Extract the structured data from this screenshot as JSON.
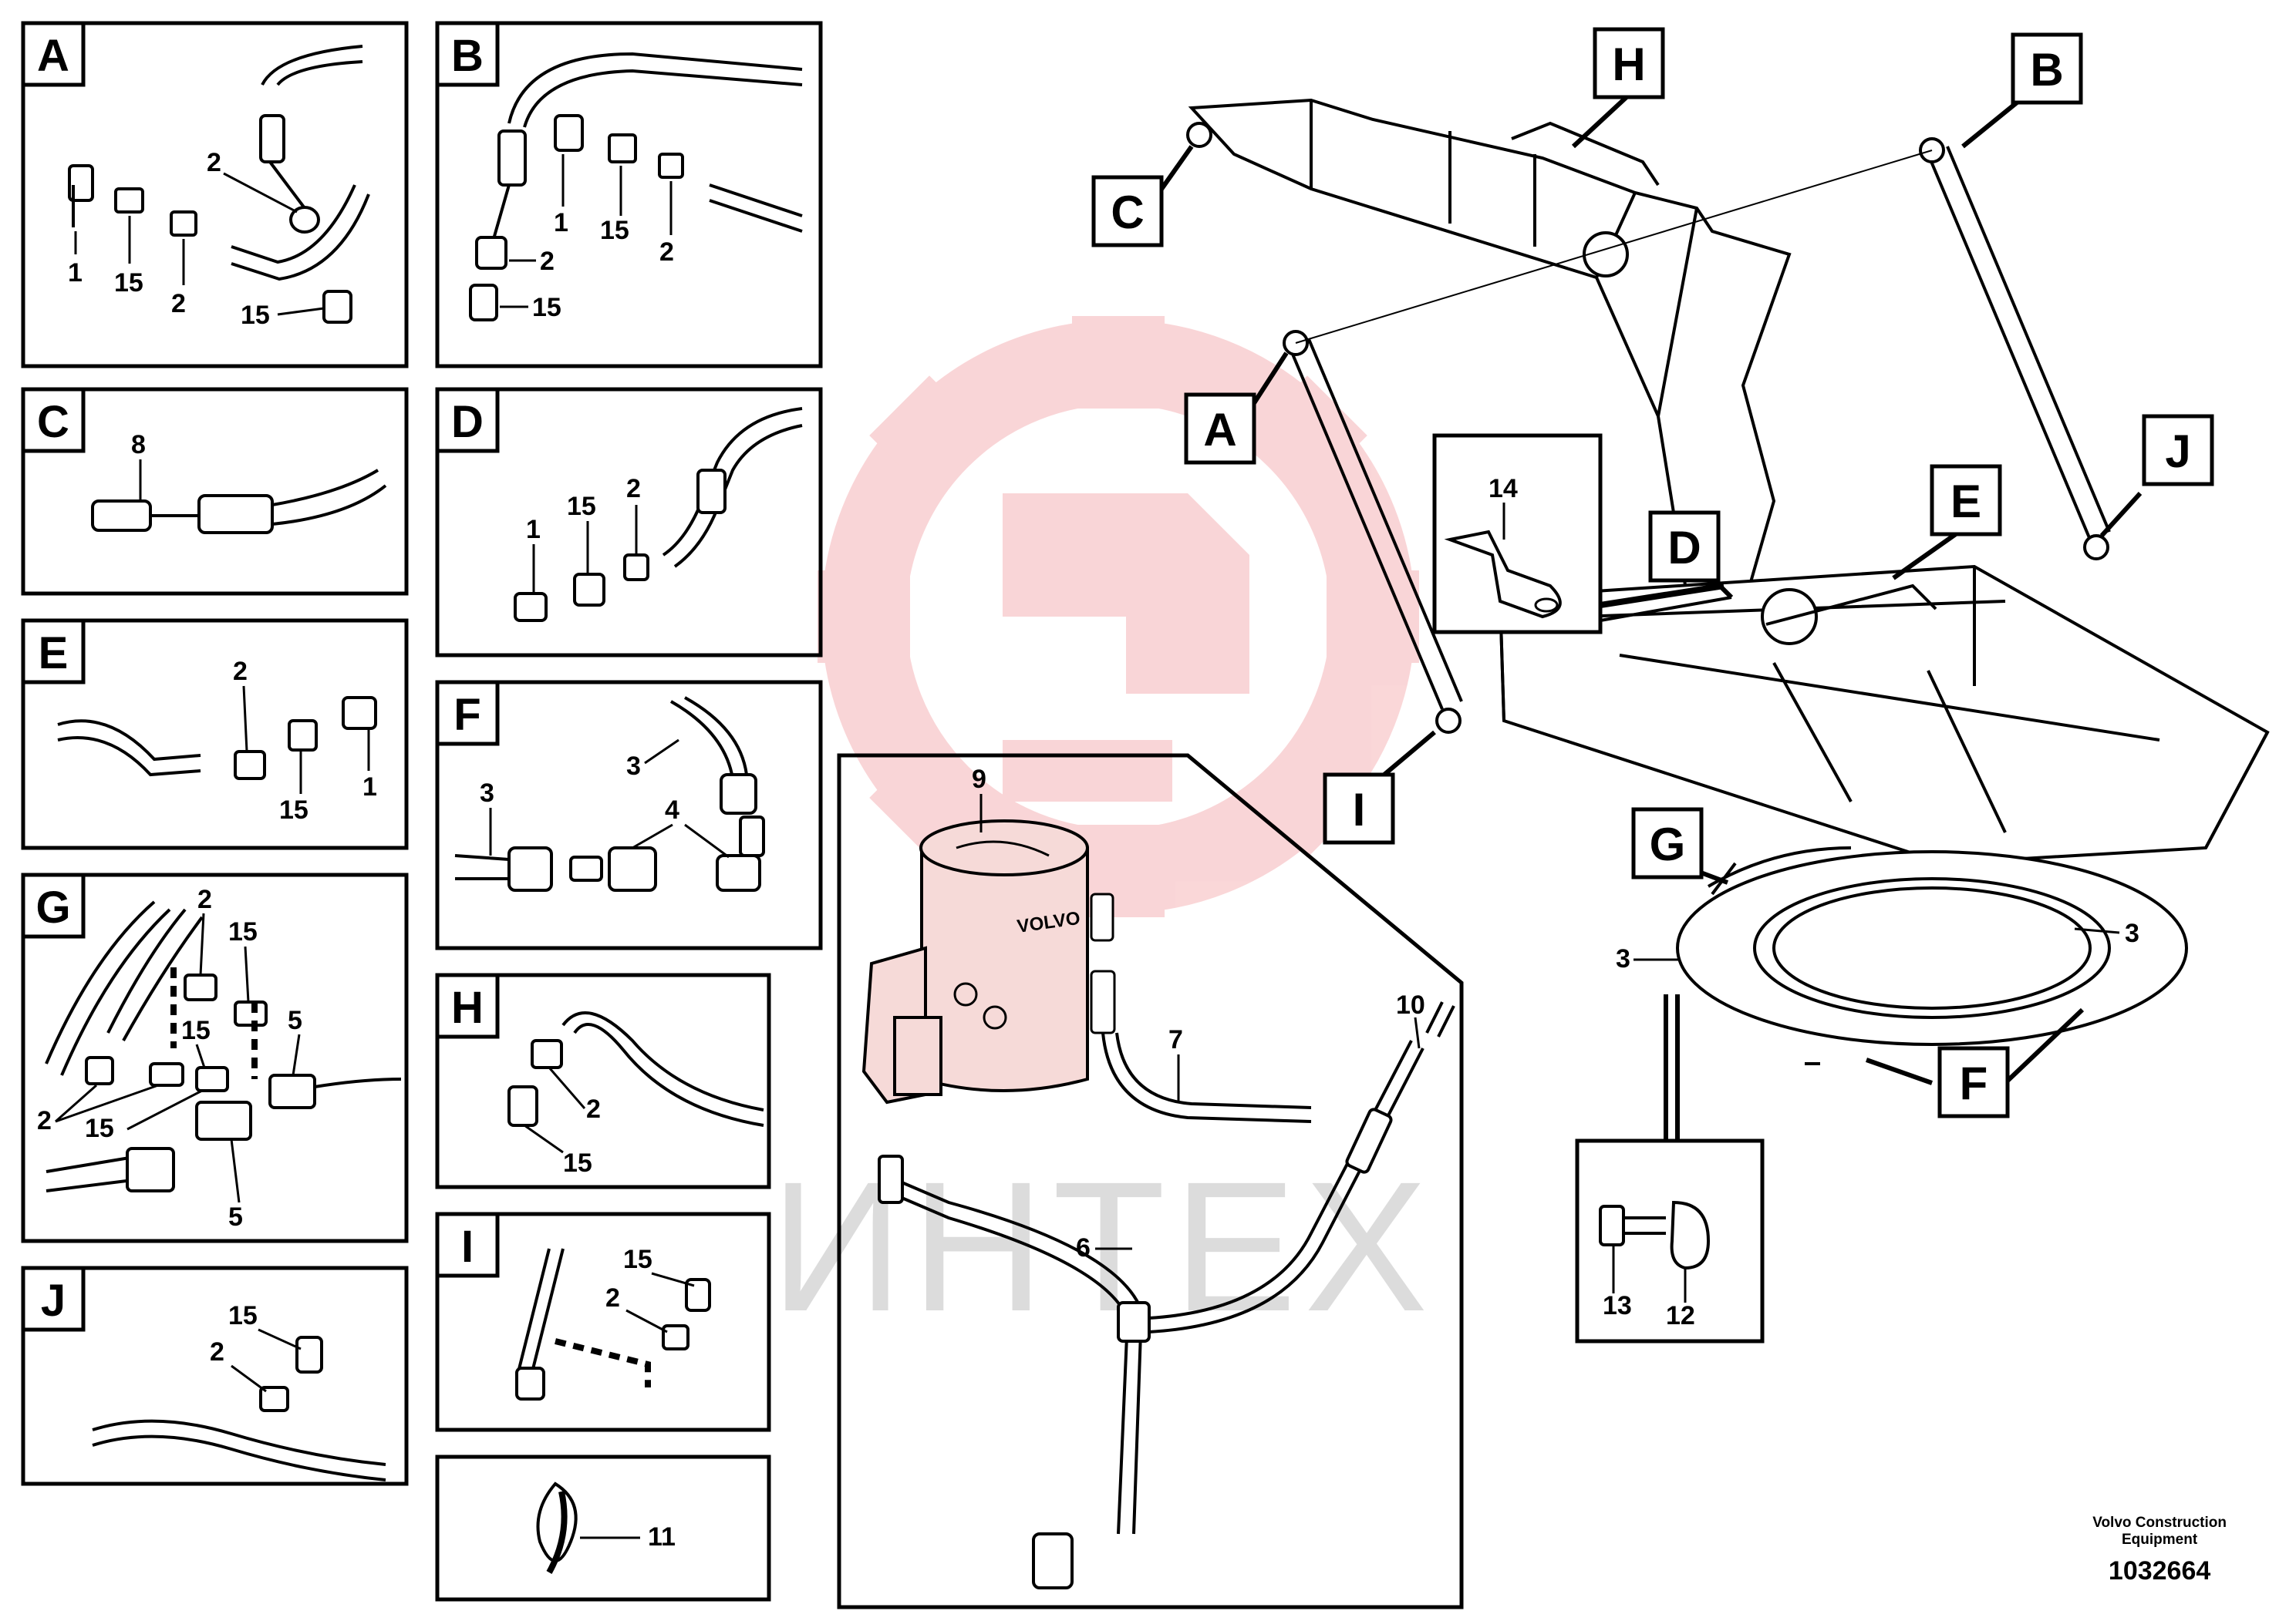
{
  "credit": {
    "maker_line1": "Volvo Construction",
    "maker_line2": "Equipment",
    "drawing_number": "1032664"
  },
  "watermark_text": "ИНТЕХ",
  "pump_brand_text": "VOLVO",
  "detail_panels": {
    "A": {
      "letter": "A",
      "callouts": [
        "2",
        "1",
        "15",
        "2",
        "15"
      ]
    },
    "B": {
      "letter": "B",
      "callouts": [
        "1",
        "15",
        "2",
        "2",
        "15"
      ]
    },
    "C": {
      "letter": "C",
      "callouts": [
        "8"
      ]
    },
    "D": {
      "letter": "D",
      "callouts": [
        "15",
        "2",
        "1"
      ]
    },
    "E": {
      "letter": "E",
      "callouts": [
        "2",
        "15",
        "1"
      ]
    },
    "F": {
      "letter": "F",
      "callouts": [
        "3",
        "3",
        "4"
      ]
    },
    "G": {
      "letter": "G",
      "callouts": [
        "2",
        "15",
        "15",
        "5",
        "2",
        "15",
        "5"
      ]
    },
    "H": {
      "letter": "H",
      "callouts": [
        "2",
        "15"
      ]
    },
    "I": {
      "letter": "I",
      "callouts": [
        "15",
        "2"
      ]
    },
    "J": {
      "letter": "J",
      "callouts": [
        "15",
        "2"
      ]
    },
    "K": {
      "callouts": [
        "11"
      ]
    }
  },
  "pump_detail": {
    "callouts": [
      "9",
      "7",
      "10",
      "6"
    ]
  },
  "bracket_detail": {
    "callouts": [
      "14"
    ]
  },
  "clamp_detail": {
    "callouts": [
      "13",
      "12"
    ]
  },
  "machine_labels": [
    "A",
    "B",
    "C",
    "D",
    "E",
    "F",
    "G",
    "H",
    "I",
    "J"
  ],
  "ring_callouts": [
    "3",
    "3"
  ]
}
